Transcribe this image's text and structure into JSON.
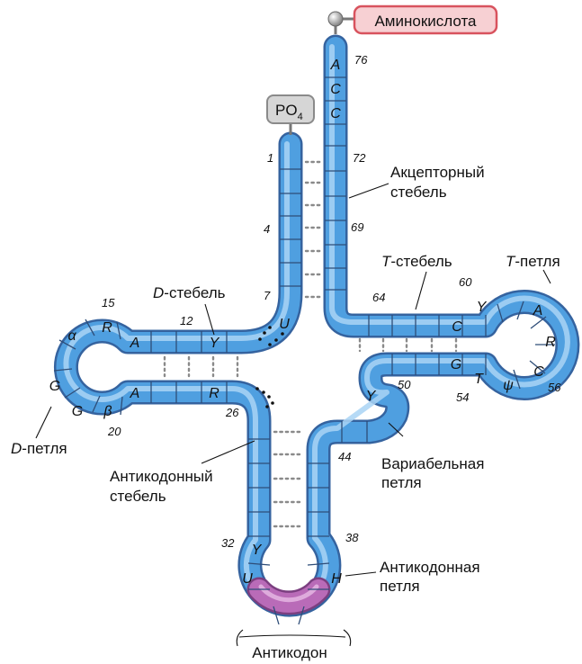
{
  "labels": {
    "amino_acid": "Аминокислота",
    "phosphate": "PO",
    "phosphate_sub": "4",
    "acceptor_stem": [
      "Акцепторный",
      "стебель"
    ],
    "t_stem": {
      "italic": "T",
      "rest": "-стебель"
    },
    "t_loop": {
      "italic": "T",
      "rest": "-петля"
    },
    "d_stem": {
      "italic": "D",
      "rest": "-стебель"
    },
    "d_loop": {
      "italic": "D",
      "rest": "-петля"
    },
    "variable_loop": [
      "Вариабельная",
      "петля"
    ],
    "anticodon_stem": [
      "Антикодонный",
      "стебель"
    ],
    "anticodon_loop": [
      "Антикодонная",
      "петля"
    ],
    "anticodon": "Антикодон"
  },
  "numbers": {
    "n76": "76",
    "n72": "72",
    "n69": "69",
    "n64": "64",
    "n60": "60",
    "n56": "56",
    "n54": "54",
    "n50": "50",
    "n44": "44",
    "n38": "38",
    "n32": "32",
    "n26": "26",
    "n20": "20",
    "n15": "15",
    "n12": "12",
    "n7": "7",
    "n4": "4",
    "n1": "1"
  },
  "bases": {
    "acc_a": "A",
    "acc_c1": "C",
    "acc_c2": "C",
    "d_u": "U",
    "d_y": "Y",
    "d_a1": "A",
    "d_r1": "R",
    "d_alpha": "α",
    "d_g1": "G",
    "d_g2": "G",
    "d_beta": "β",
    "d_a2": "A",
    "d_r2": "R",
    "t_c1": "C",
    "t_y": "Y",
    "t_a": "A",
    "t_r": "R",
    "t_c2": "C",
    "t_psi": "ψ",
    "t_t": "T",
    "t_g": "G",
    "v_y": "Y",
    "ac_y": "Y",
    "ac_u": "U",
    "ac_h": "H"
  },
  "colors": {
    "strand_fill": "#4f9fe0",
    "strand_dark": "#35639f",
    "strand_light": "#a9d3f5",
    "anticodon_fill": "#b96bb8",
    "amino_fill": "#f7d0d3",
    "amino_stroke": "#d8535e",
    "phosphate_fill": "#d6d6d6",
    "pair_dots": "#8a8a8a"
  }
}
